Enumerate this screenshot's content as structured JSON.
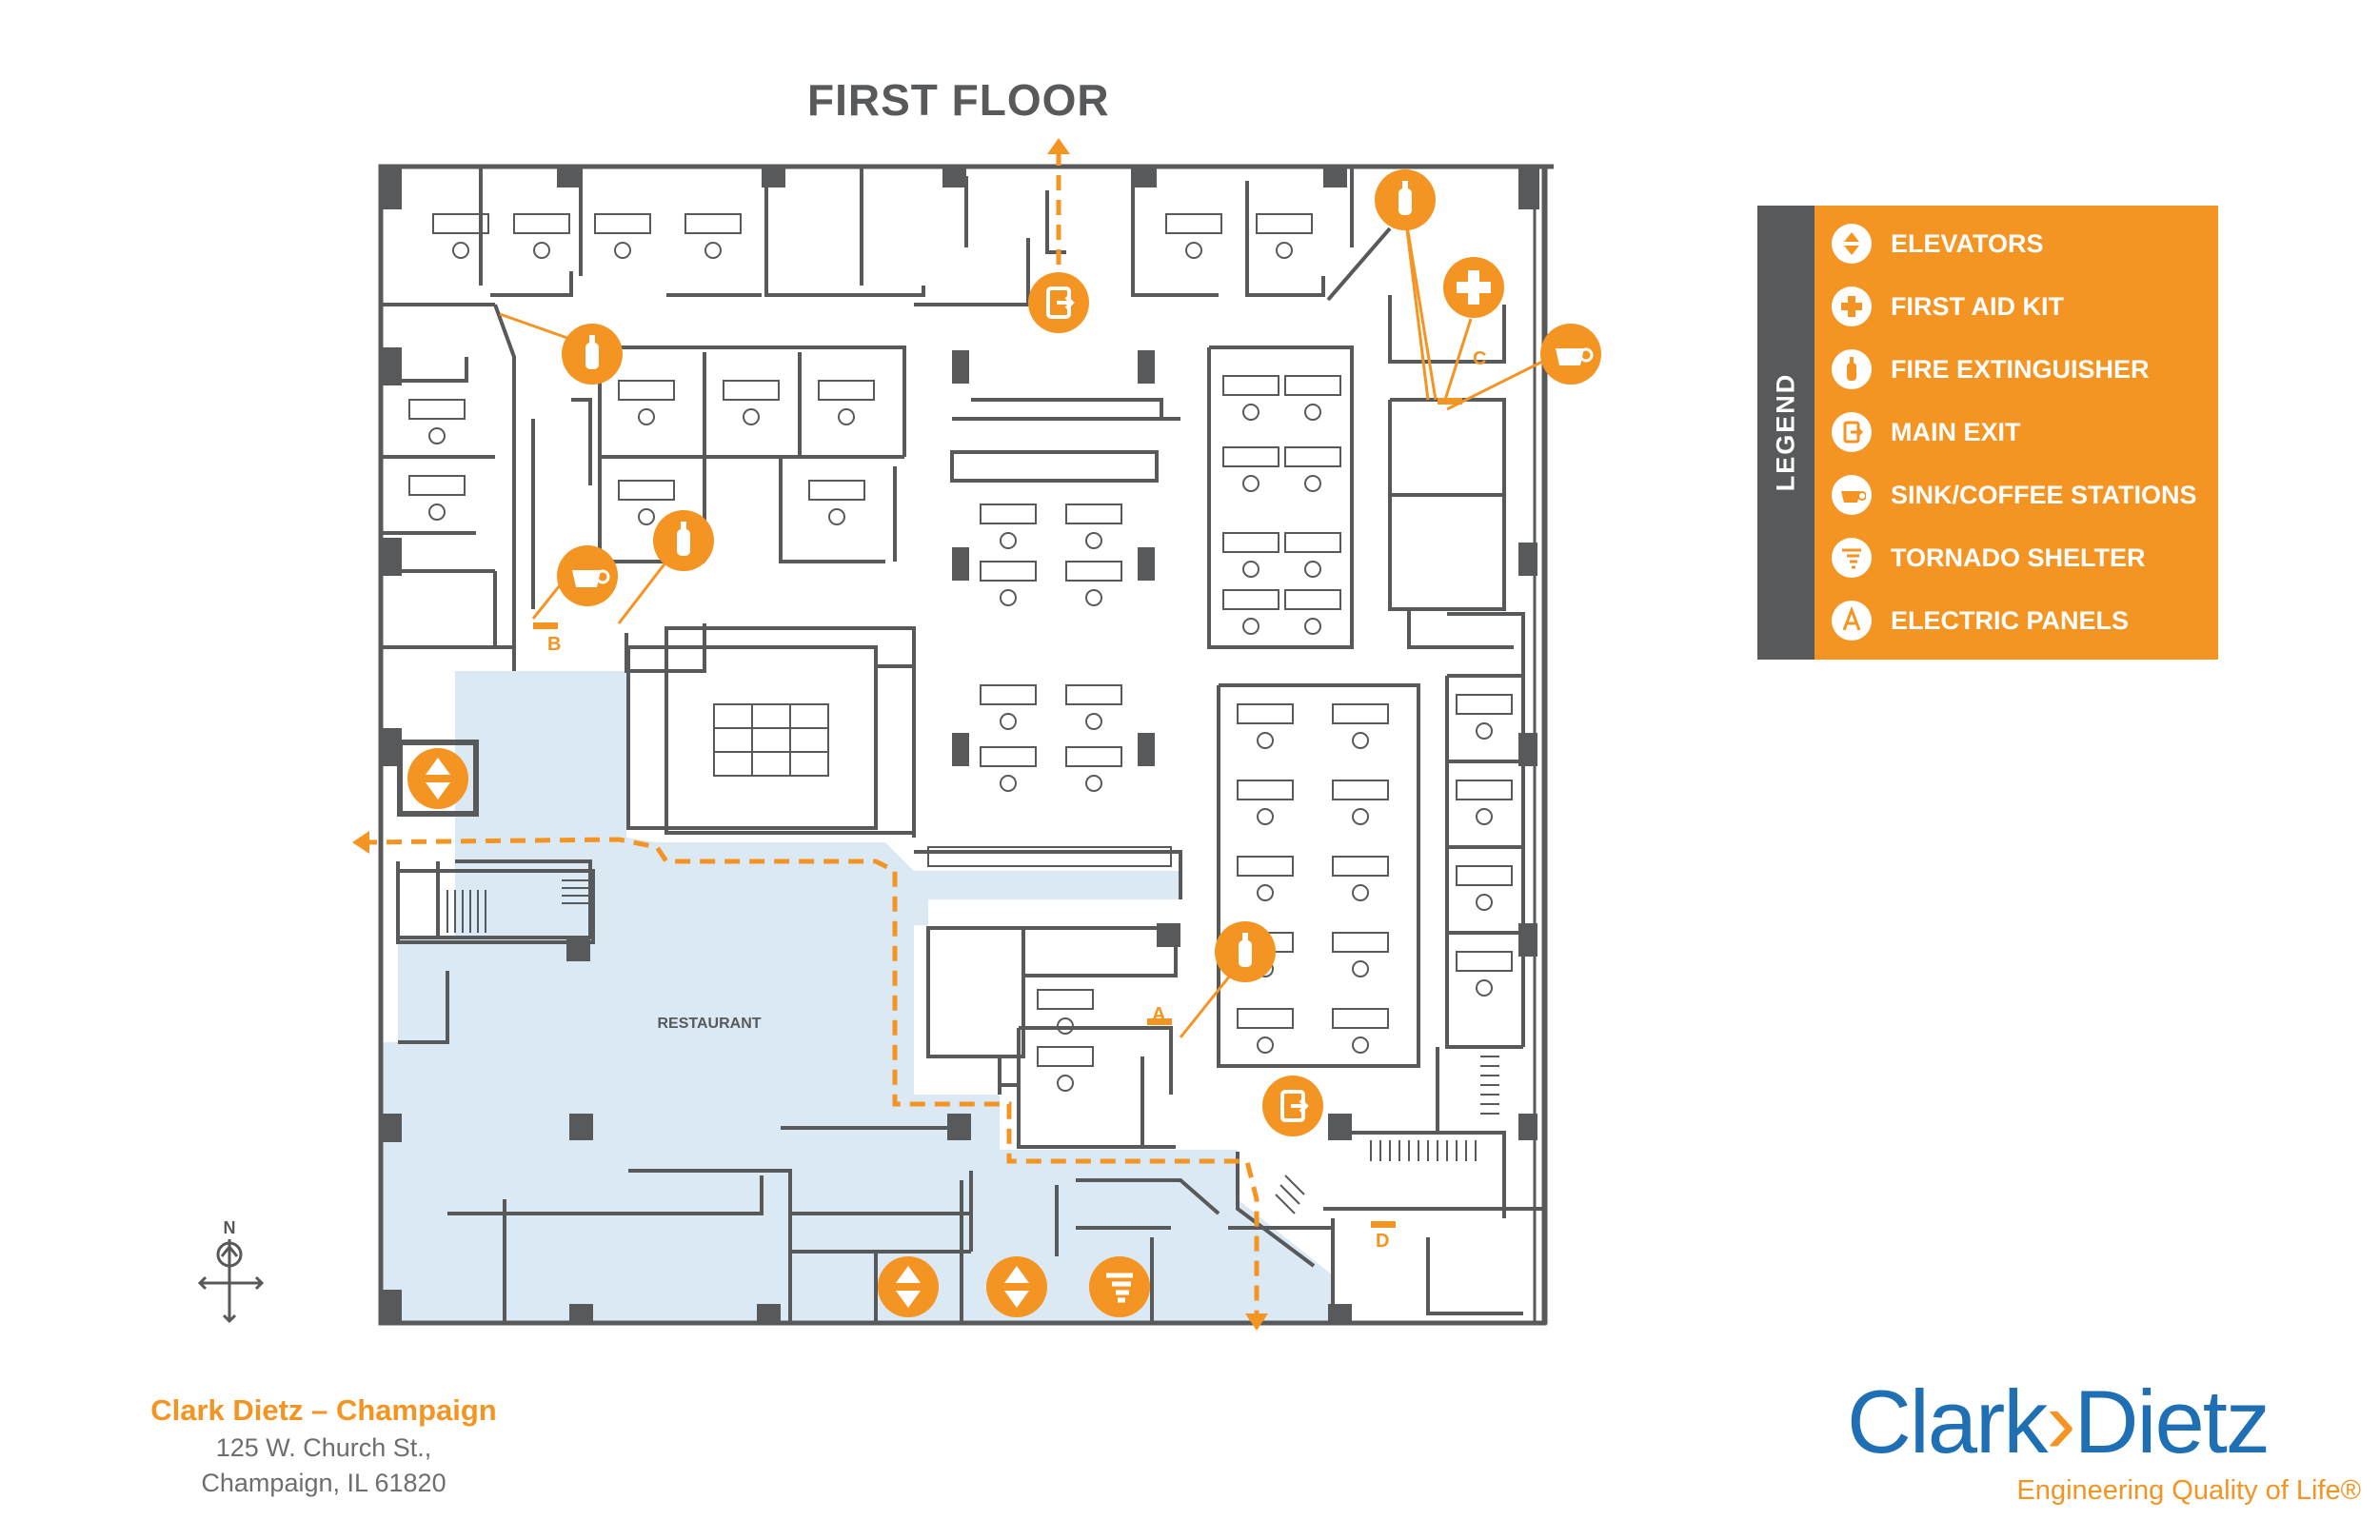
{
  "title": "FIRST FLOOR",
  "legend": {
    "heading": "LEGEND",
    "items": [
      {
        "label": "ELEVATORS",
        "icon": "elevator-icon"
      },
      {
        "label": "FIRST AID KIT",
        "icon": "first-aid-icon"
      },
      {
        "label": "FIRE EXTINGUISHER",
        "icon": "fire-extinguisher-icon"
      },
      {
        "label": "MAIN EXIT",
        "icon": "main-exit-icon"
      },
      {
        "label": "SINK/COFFEE STATIONS",
        "icon": "coffee-cup-icon"
      },
      {
        "label": "TORNADO SHELTER",
        "icon": "tornado-shelter-icon"
      },
      {
        "label": "ELECTRIC PANELS",
        "icon": "electric-panel-icon"
      }
    ]
  },
  "map": {
    "restaurant_label": "RESTAURANT",
    "panel_labels": [
      "A",
      "B",
      "C",
      "D"
    ],
    "compass_label": "N"
  },
  "address": {
    "name": "Clark Dietz – Champaign",
    "street": "125 W. Church St.,",
    "city": "Champaign, IL 61820"
  },
  "brand": {
    "part1": "Clark",
    "chevron": "›",
    "part2": "Dietz",
    "tagline": "Engineering Quality of Life®"
  },
  "colors": {
    "orange": "#f39423",
    "wall": "#58595b",
    "restaurant_fill": "#dbe9f5",
    "logo_blue": "#1f6fb4"
  }
}
